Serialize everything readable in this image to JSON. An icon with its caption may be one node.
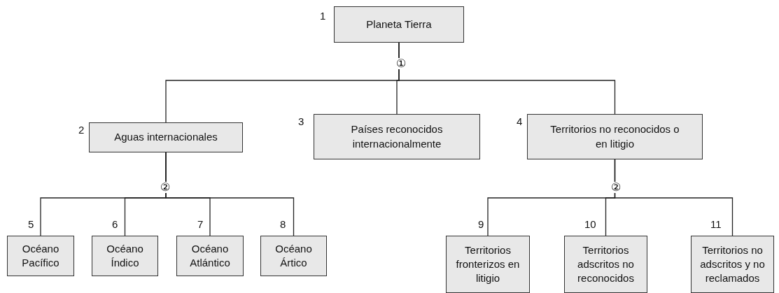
{
  "diagram": {
    "nodes": [
      {
        "text": [
          "Planeta Tierra"
        ],
        "beside": [
          "1"
        ]
      },
      {
        "text": [
          "Aguas internacionales"
        ],
        "beside": [
          "2"
        ]
      },
      {
        "text": [
          "Países reconocidos internacionalmente"
        ],
        "beside": [
          "3"
        ]
      },
      {
        "text": [
          "Territorios no reconocidos o en litigio"
        ],
        "beside": [
          "4"
        ]
      },
      {
        "text": [
          "Océano Pacífico"
        ],
        "beside": [
          "5"
        ]
      },
      {
        "text": [
          "Océano Índico"
        ],
        "beside": [
          "6"
        ]
      },
      {
        "text": [
          "Océano Atlántico"
        ],
        "beside": [
          "7"
        ]
      },
      {
        "text": [
          "Océano Ártico"
        ],
        "beside": [
          "8"
        ]
      },
      {
        "text": [
          "Territorios fronterizos en litigio"
        ],
        "beside": [
          "9"
        ]
      },
      {
        "text": [
          "Territorios adscritos no reconocidos"
        ],
        "beside": [
          "10"
        ]
      },
      {
        "text": [
          "Territorios no adscritos y no reclamados"
        ],
        "beside": [
          "11"
        ]
      }
    ],
    "edges": [
      {
        "from": 0,
        "to": 1,
        "arrow": "none"
      },
      {
        "from": 0,
        "to": 2,
        "arrow": "none"
      },
      {
        "from": 0,
        "to": 3,
        "arrow": "none"
      },
      {
        "from": 1,
        "to": 4,
        "arrow": "none"
      },
      {
        "from": 1,
        "to": 5,
        "arrow": "none"
      },
      {
        "from": 1,
        "to": 6,
        "arrow": "none"
      },
      {
        "from": 1,
        "to": 7,
        "arrow": "none"
      },
      {
        "from": 3,
        "to": 8,
        "arrow": "none"
      },
      {
        "from": 3,
        "to": 9,
        "arrow": "none"
      },
      {
        "from": 3,
        "to": 10,
        "arrow": "none"
      }
    ],
    "labels": [
      "①",
      "②",
      "②"
    ]
  }
}
